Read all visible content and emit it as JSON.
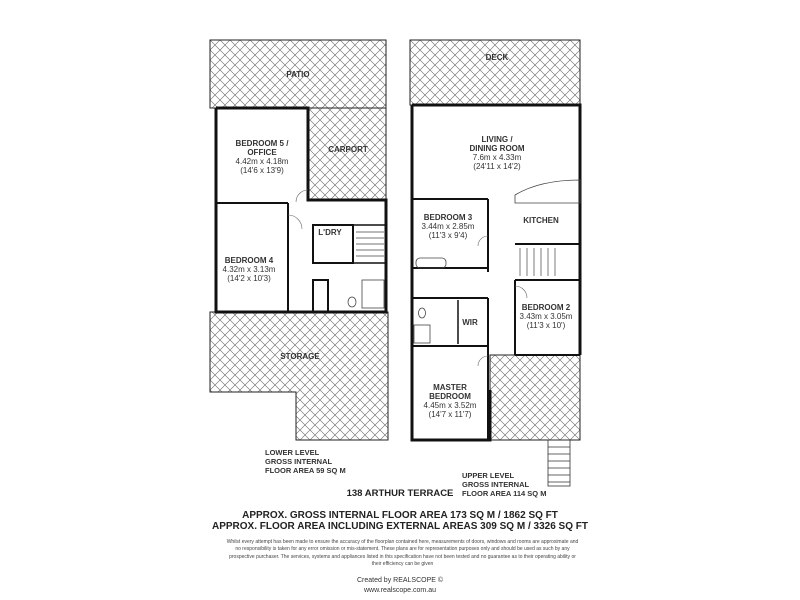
{
  "lower_level": {
    "rooms": {
      "patio": {
        "name": "PATIO"
      },
      "bedroom5": {
        "name_line1": "BEDROOM 5 /",
        "name_line2": "OFFICE",
        "metric": "4.42m x 4.18m",
        "imperial": "(14'6 x 13'9)"
      },
      "carport": {
        "name": "CARPORT"
      },
      "laundry": {
        "name": "L'DRY"
      },
      "bedroom4": {
        "name": "BEDROOM 4",
        "metric": "4.32m x 3.13m",
        "imperial": "(14'2 x 10'3)"
      },
      "storage": {
        "name": "STORAGE"
      }
    },
    "area_lines": [
      "LOWER LEVEL",
      "GROSS INTERNAL",
      "FLOOR AREA 59 SQ M"
    ]
  },
  "upper_level": {
    "rooms": {
      "deck": {
        "name": "DECK"
      },
      "living": {
        "name_line1": "LIVING /",
        "name_line2": "DINING ROOM",
        "metric": "7.6m x 4.33m",
        "imperial": "(24'11 x 14'2)"
      },
      "kitchen": {
        "name": "KITCHEN"
      },
      "bedroom3": {
        "name": "BEDROOM 3",
        "metric": "3.44m x 2.85m",
        "imperial": "(11'3 x 9'4)"
      },
      "bedroom2": {
        "name": "BEDROOM 2",
        "metric": "3.43m x 3.05m",
        "imperial": "(11'3 x 10')"
      },
      "wir": {
        "name": "WIR"
      },
      "master": {
        "name_line1": "MASTER",
        "name_line2": "BEDROOM",
        "metric": "4.45m x 3.52m",
        "imperial": "(14'7 x 11'7)"
      }
    },
    "area_lines": [
      "UPPER LEVEL",
      "GROSS INTERNAL",
      "FLOOR AREA 114 SQ M"
    ]
  },
  "address": "138 ARTHUR TERRACE",
  "summary": {
    "line1": "APPROX. GROSS INTERNAL FLOOR AREA 173 SQ M / 1862 SQ FT",
    "line2": "APPROX. FLOOR AREA INCLUDING EXTERNAL AREAS 309 SQ M / 3326 SQ FT"
  },
  "disclaimer": "Whilst every attempt has been made to ensure the accuracy of the floorplan contained here, measurements of doors, windows and rooms are approximate and no responsibility is taken for any error omission or mis-statement. These plans are for representation purposes only and should be used as such by any prospective purchaser. The services, systems and appliances listed in this specification have not been tested and no guarantee as to their operating ability or their efficiency can be given",
  "credit": {
    "line1": "Created by REALSCOPE ©",
    "line2": "www.realscope.com.au"
  }
}
